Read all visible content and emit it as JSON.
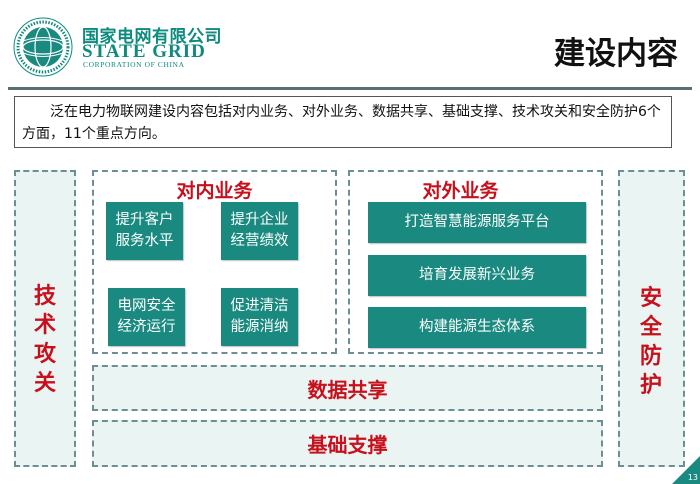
{
  "header": {
    "brand_cn": "国家电网有限公司",
    "brand_en": "STATE GRID",
    "brand_sub": "CORPORATION OF CHINA",
    "logo_ring_text": "STATE GRID CORPORATION OF CHINA",
    "title": "建设内容"
  },
  "intro": "泛在电力物联网建设内容包括对内业务、对外业务、数据共享、基础支撑、技术攻关和安全防护6个方面，11个重点方向。",
  "left_pillar": "技术攻关",
  "right_pillar": "安全防护",
  "internal": {
    "title": "对内业务",
    "tiles": [
      "提升客户服务水平",
      "提升企业经营绩效",
      "电网安全经济运行",
      "促进清洁能源消纳"
    ]
  },
  "external": {
    "title": "对外业务",
    "tiles": [
      "打造智慧能源服务平台",
      "培育发展新兴业务",
      "构建能源生态体系"
    ]
  },
  "data_sharing": "数据共享",
  "foundation": "基础支撑",
  "page_number": "13",
  "colors": {
    "accent": "#1a8a80",
    "highlight": "#c8101c",
    "brand": "#0f8a7e"
  }
}
